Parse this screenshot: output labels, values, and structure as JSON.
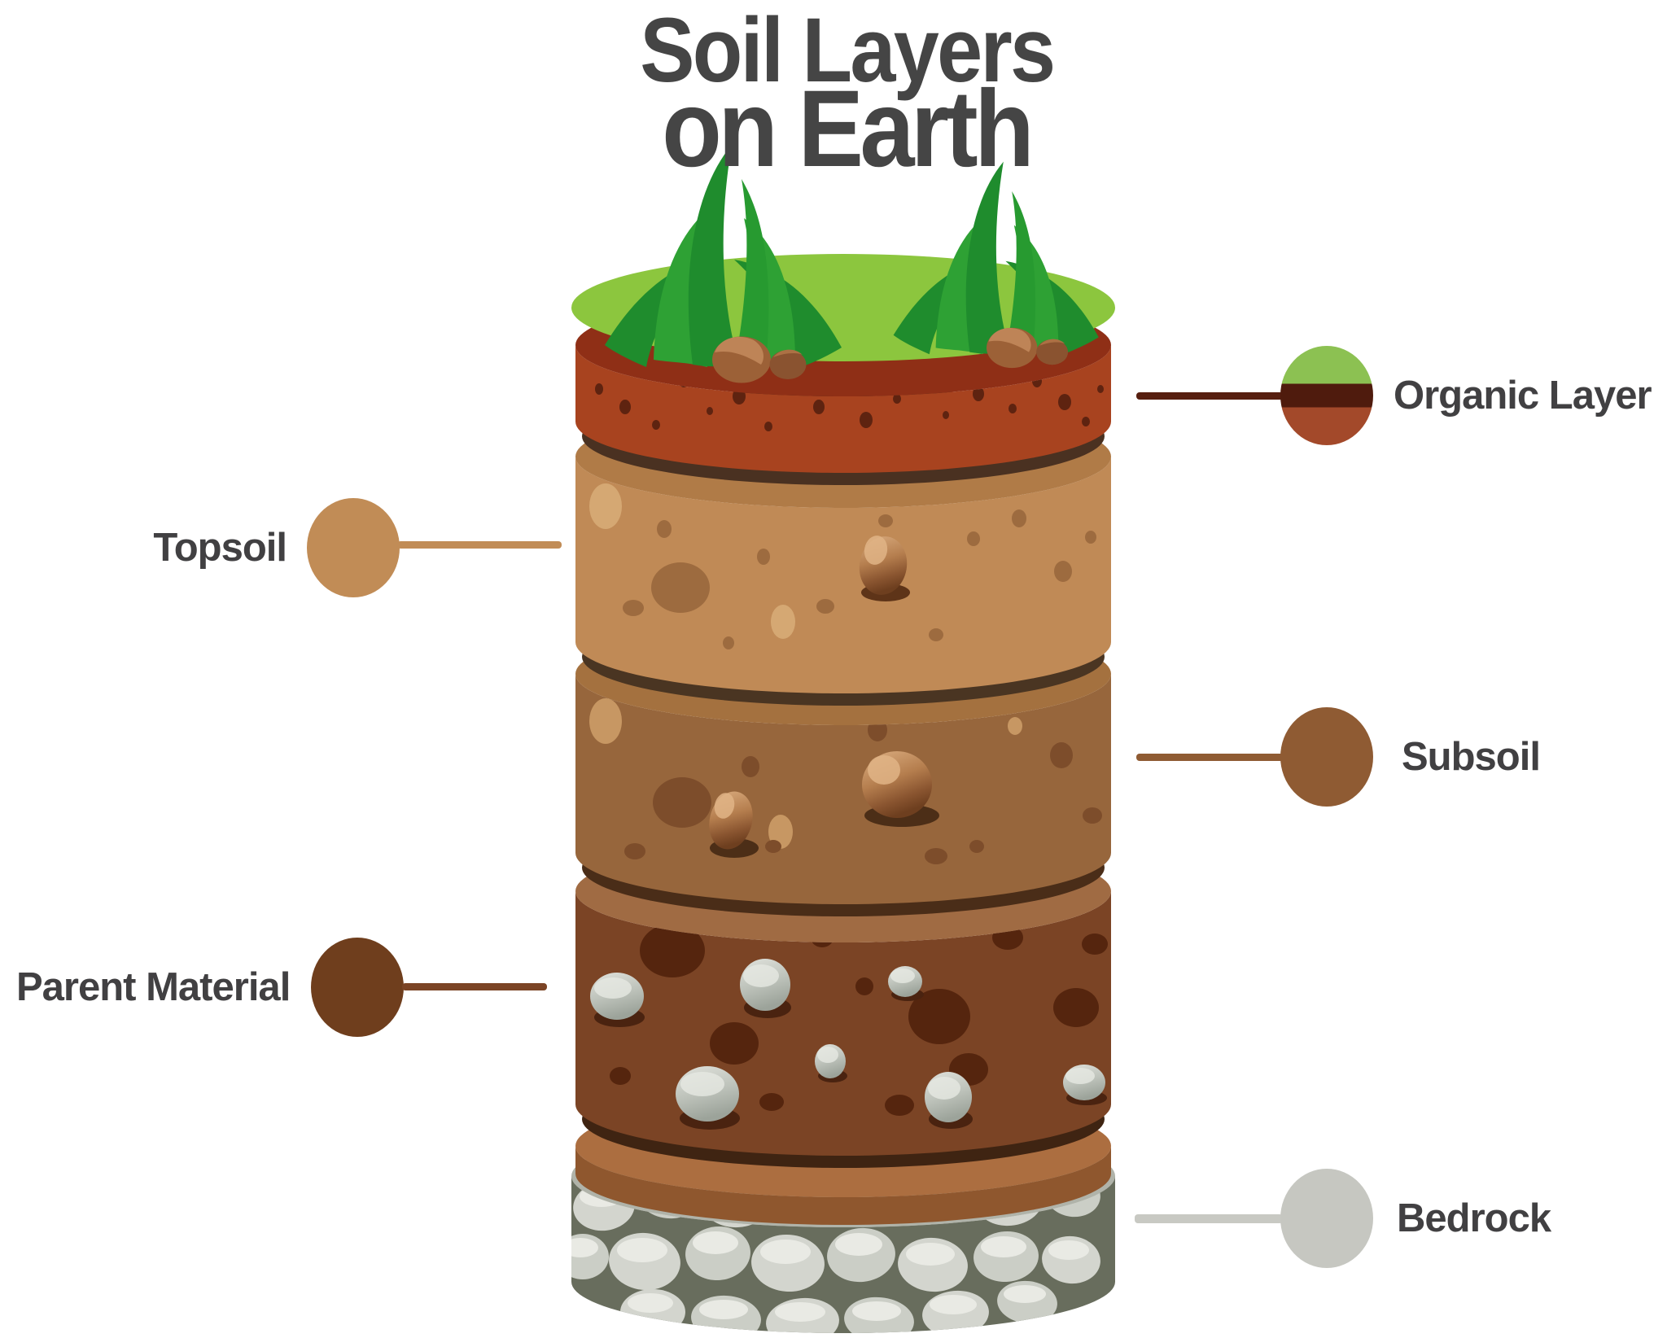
{
  "title": {
    "line1": "Soil Layers",
    "line2": "on Earth"
  },
  "labels": [
    {
      "id": "organic-layer",
      "text": "Organic Layer",
      "side": "right"
    },
    {
      "id": "topsoil",
      "text": "Topsoil",
      "side": "left"
    },
    {
      "id": "subsoil",
      "text": "Subsoil",
      "side": "right"
    },
    {
      "id": "parent-material",
      "text": "Parent Material",
      "side": "left"
    },
    {
      "id": "bedrock",
      "text": "Bedrock",
      "side": "right"
    }
  ],
  "layers": [
    {
      "name": "Organic Layer",
      "body_color": "#A8431F",
      "rim_color": "#8F2F16",
      "speckle_color": "#5E2310",
      "callout_circle_colors": [
        "#8CC152",
        "#4F1B0D",
        "#A3492A"
      ],
      "callout_line_color": "#571F10"
    },
    {
      "name": "Topsoil",
      "body_color": "#C08A56",
      "rim_color": "#B07B47",
      "spot_dark": "#9D6B3F",
      "spot_light": "#D5A873",
      "callout_color": "#C18C56"
    },
    {
      "name": "Subsoil",
      "body_color": "#97663C",
      "rim_color": "#A4713F",
      "spot_dark": "#7D4D2B",
      "spot_light": "#C79763",
      "callout_color": "#8F5B33"
    },
    {
      "name": "Parent Material",
      "body_color": "#7B4425",
      "rim_color": "#A06B43",
      "blob_color": "#55250E",
      "stone_color": "#C9CCC4",
      "callout_color": "#6F3E1D"
    },
    {
      "name": "Bedrock",
      "mortar_color": "#686D5D",
      "stone_color": "#D2D4CD",
      "callout_color": "#C6C7C1"
    }
  ],
  "surface": {
    "grass_top_color": "#8CC63E",
    "grass_blade_colors": [
      "#1F8C2D",
      "#2EA134"
    ],
    "rock_color": "#9C6137"
  },
  "text_color": "#414042",
  "title_color": "#454545",
  "background": "#FFFFFF"
}
